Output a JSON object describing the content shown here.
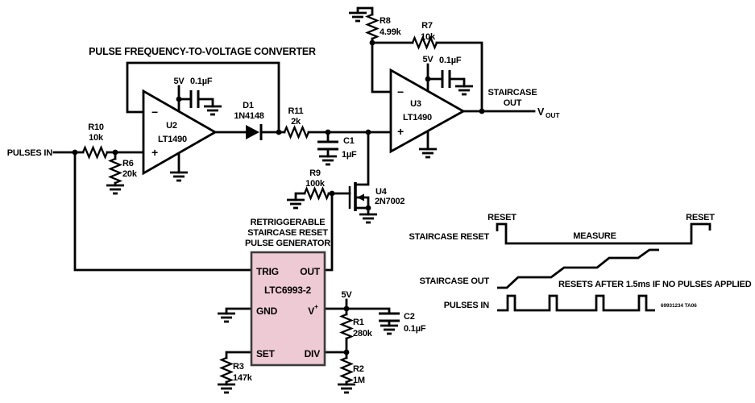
{
  "colors": {
    "ink": "#000000",
    "background": "#ffffff",
    "ic_fill": "#eecad4",
    "ic_border": "#3c3c3c"
  },
  "schematic": {
    "title": "PULSE FREQUENCY-TO-VOLTAGE CONVERTER",
    "pulses_in": "PULSES IN",
    "minus": "−",
    "plus": "+",
    "r10": {
      "ref": "R10",
      "value": "10k"
    },
    "r6": {
      "ref": "R6",
      "value": "20k"
    },
    "u2": {
      "ref": "U2",
      "part": "LT1490"
    },
    "u2_supply": {
      "rail": "5V",
      "bypass": "0.1µF"
    },
    "d1": {
      "ref": "D1",
      "part": "1N4148"
    },
    "r11": {
      "ref": "R11",
      "value": "2k"
    },
    "c1": {
      "ref": "C1",
      "value": "1µF"
    },
    "r9": {
      "ref": "R9",
      "value": "100k"
    },
    "u4": {
      "ref": "U4",
      "part": "2N7002"
    },
    "r8": {
      "ref": "R8",
      "value": "4.99k"
    },
    "r7": {
      "ref": "R7",
      "value": "10k"
    },
    "u3": {
      "ref": "U3",
      "part": "LT1490"
    },
    "u3_supply": {
      "rail": "5V",
      "bypass": "0.1µF"
    },
    "staircase_out": {
      "line1": "STAIRCASE",
      "line2": "OUT"
    },
    "vout": {
      "base": "V",
      "sub": "OUT"
    },
    "generator_title": [
      "RETRIGGERABLE",
      "STAIRCASE RESET",
      "PULSE GENERATOR"
    ],
    "ic": {
      "part": "LTC6993-2",
      "pin_trig": "TRIG",
      "pin_out": "OUT",
      "pin_gnd": "GND",
      "pin_vplus_base": "V",
      "pin_vplus_sup": "+",
      "pin_set": "SET",
      "pin_div": "DIV"
    },
    "ic_supply": {
      "rail": "5V"
    },
    "r1": {
      "ref": "R1",
      "value": "280k"
    },
    "r2": {
      "ref": "R2",
      "value": "1M"
    },
    "r3": {
      "ref": "R3",
      "value": "147k"
    },
    "c2": {
      "ref": "C2",
      "value": "0.1µF"
    }
  },
  "timing": {
    "staircase_reset_label": "STAIRCASE RESET",
    "reset_left": "RESET",
    "reset_right": "RESET",
    "measure": "MEASURE",
    "staircase_out_label": "STAIRCASE OUT",
    "note": "RESETS AFTER 1.5ms IF NO PULSES APPLIED",
    "pulses_in_label": "PULSES IN",
    "doc_code": "69931234 TA06"
  }
}
